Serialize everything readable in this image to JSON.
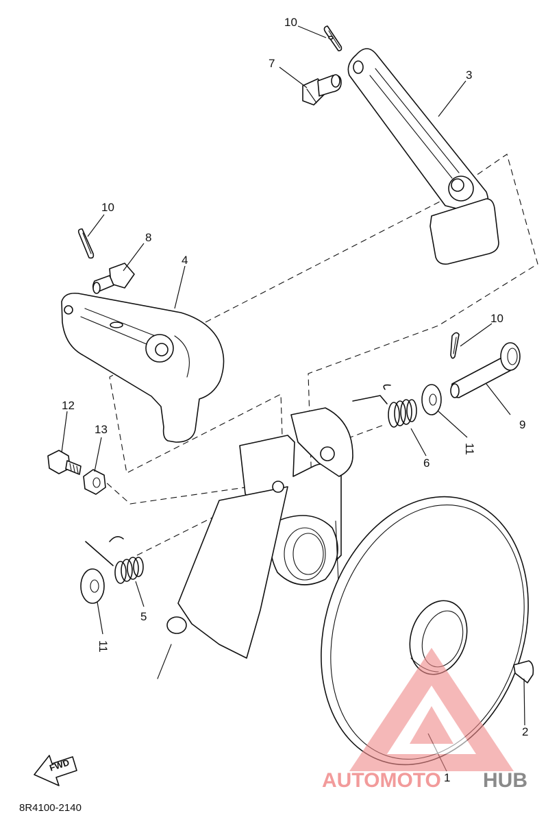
{
  "callouts": {
    "c1": "1",
    "c2": "2",
    "c3": "3",
    "c4": "4",
    "c5": "5",
    "c6": "6",
    "c7": "7",
    "c8": "8",
    "c9": "9",
    "c10a": "10",
    "c10b": "10",
    "c10c": "10",
    "c11a": "11",
    "c11b": "11",
    "c12": "12",
    "c13": "13"
  },
  "fwd_label": "FWD",
  "diagram_code": "8R4100-2140",
  "watermark": {
    "part1": "AUTOMOTO",
    "part2": "HUB"
  },
  "colors": {
    "ink": "#111111",
    "watermark_red": "#f08a8a",
    "watermark_gray": "#8a8a8a"
  }
}
